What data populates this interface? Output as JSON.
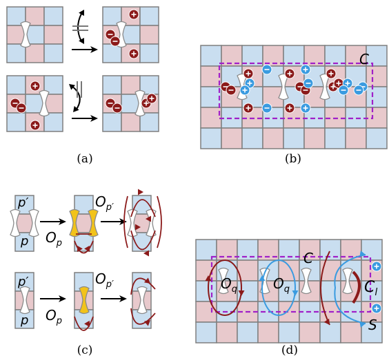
{
  "colors": {
    "blue_cell": "#c9def0",
    "pink_cell": "#e8c9cc",
    "grid_line": "#7f7f7f",
    "dark_red": "#8b1a1a",
    "light_blue": "#3a9be0",
    "purple_dash": "#a020c8",
    "yellow": "#f2c31a"
  },
  "panels": {
    "a": {
      "caption": "(a)"
    },
    "b": {
      "caption": "(b)",
      "region_label": "C"
    },
    "c": {
      "caption": "(c)",
      "top_label": "p′",
      "bottom_label": "p",
      "op_p": "O",
      "op_p_sub": "p",
      "op_pprime": "O",
      "op_pprime_sub": "p′"
    },
    "d": {
      "caption": "(d)",
      "region_label": "C",
      "oq_left": "O",
      "oq_left_sub": "q",
      "oq_right": "O",
      "oq_right_sub": "q",
      "cl": "C",
      "cl_sub": "l",
      "s": "S"
    }
  },
  "icons": [
    "plus-charge-icon",
    "minus-charge-icon",
    "arrow-icon",
    "cut-bond-icon"
  ]
}
